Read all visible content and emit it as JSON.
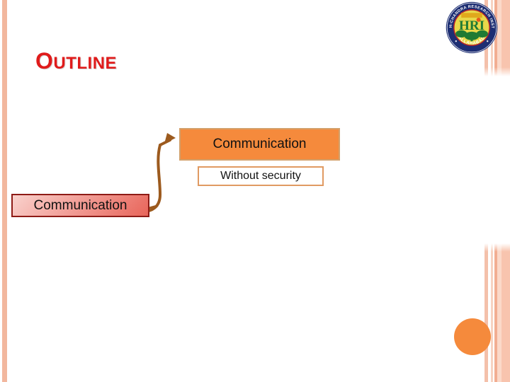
{
  "slide": {
    "title_cap": "O",
    "title_rest": "UTLINE",
    "title_full": "OUTLINE",
    "title_color": "#e01b1b",
    "background_color": "#ffffff"
  },
  "logo": {
    "name": "harish-chandra-research-institute-seal",
    "ring_top_text": "HARISH-CHANDRA RESEARCH INSTITUTE",
    "ring_bottom_text": "ALLAHABAD",
    "monogram": "HRI",
    "ring_color": "#1d2e73",
    "inner_color": "#e8d84a",
    "emblem_color": "#1f7a33"
  },
  "diagram": {
    "nodes": [
      {
        "id": "comm-orange",
        "label": "Communication",
        "fill": "#f58a3c",
        "border": "#d3a06a",
        "text_color": "#111111"
      },
      {
        "id": "without-security",
        "label": "Without security",
        "fill": "#ffffff",
        "border": "#e09a62",
        "text_color": "#111111"
      },
      {
        "id": "comm-pink",
        "label": "Communication",
        "fill_from": "#f9d2cd",
        "fill_to": "#e8655a",
        "border": "#8e1b16",
        "text_color": "#111111"
      }
    ],
    "connector": {
      "name": "curved-arrow",
      "from": "comm-pink",
      "to": "comm-orange",
      "color": "#9c5a1e"
    }
  },
  "decor": {
    "left_stripe_color": "#f2b79e",
    "right_stripe_colors": [
      "#f4c0aa",
      "#f7d3c2",
      "#f2ae92",
      "#fbd9c9",
      "#f8c4ae"
    ],
    "corner_circle_color": "#f58a3c"
  }
}
